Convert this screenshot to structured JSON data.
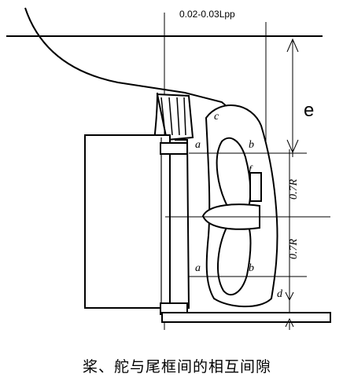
{
  "diagram": {
    "top_annotation": "0.02-0.03Lpp",
    "label_e": "e",
    "labels": {
      "a": "a",
      "b": "b",
      "c": "c",
      "d": "d",
      "f": "f"
    },
    "radius_upper": "0.7R",
    "radius_lower": "0.7R",
    "caption": "桨、舵与尾框间的相互间隙"
  }
}
